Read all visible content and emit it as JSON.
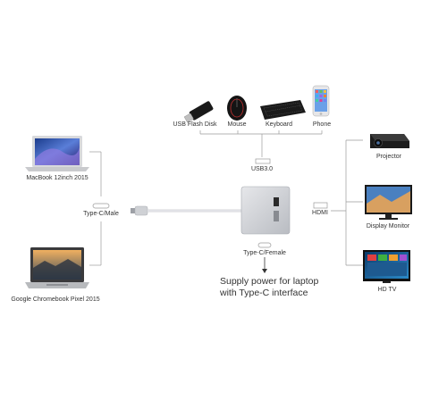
{
  "peripherals": {
    "usb_flash_disk": "USB Flash Disk",
    "mouse": "Mouse",
    "keyboard": "Keyboard",
    "phone": "Phone"
  },
  "ports": {
    "usb": "USB3.0",
    "hdmi": "HDMI",
    "type_c_male": "Type-C/Male",
    "type_c_female": "Type-C/Female"
  },
  "laptops": {
    "macbook": "MacBook 12inch 2015",
    "chromebook": "Google Chromebook Pixel 2015"
  },
  "displays": {
    "projector": "Projector",
    "monitor": "Display Monitor",
    "tv": "HD TV"
  },
  "power_note": {
    "line1": "Supply power for laptop",
    "line2": "with Type-C interface"
  }
}
